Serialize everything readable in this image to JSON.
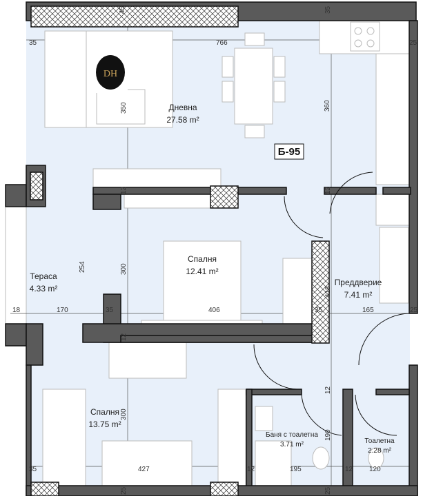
{
  "plan": {
    "unit_label": "Б-95",
    "logo_text": "DH",
    "colors": {
      "floor": "#e8f0fa",
      "wall": "#5a5a5a"
    },
    "rooms": [
      {
        "name": "Дневна",
        "area": "27.58 m²"
      },
      {
        "name": "Спалня",
        "area": "12.41 m²"
      },
      {
        "name": "Тераса",
        "area": "4.33 m²"
      },
      {
        "name": "Преддверие",
        "area": "7.41 m²"
      },
      {
        "name": "Спалня",
        "area": "13.75 m²"
      },
      {
        "name": "Баня с тоалетна",
        "area": "3.71 m²"
      },
      {
        "name": "Тоалетна",
        "area": "2.28 m²"
      }
    ],
    "dimensions": [
      "45",
      "35",
      "35",
      "766",
      "25",
      "350",
      "360",
      "254",
      "300",
      "18",
      "170",
      "35",
      "406",
      "35",
      "165",
      "25",
      "12",
      "300",
      "190",
      "12",
      "35",
      "427",
      "12",
      "195",
      "12",
      "120",
      "25",
      "25",
      "418",
      "12",
      "12"
    ]
  }
}
